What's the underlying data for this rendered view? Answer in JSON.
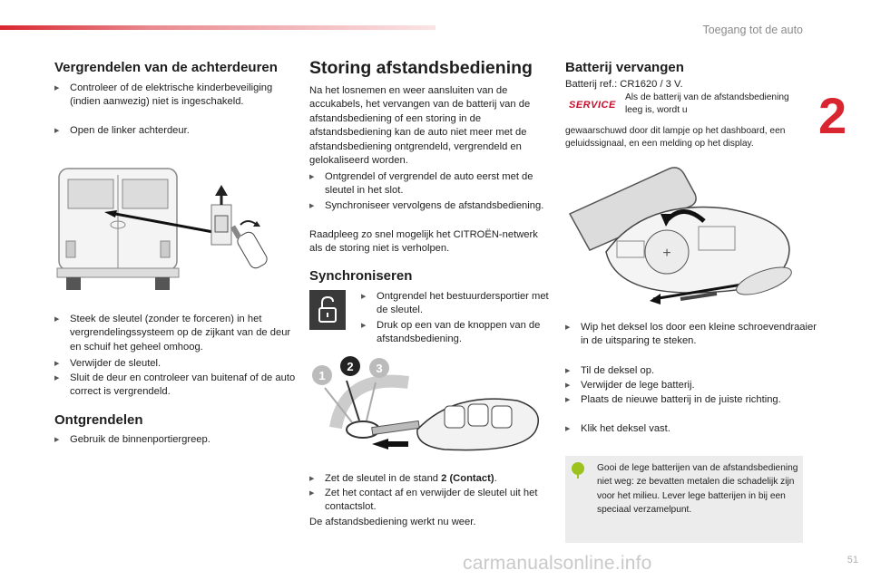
{
  "header": {
    "section": "Toegang tot de auto",
    "chapter": "2",
    "page": "51"
  },
  "watermark": "carmanualsonline.info",
  "left": {
    "title1": "Vergrendelen van de achterdeuren",
    "bullets1": [
      "Controleer of de elektrische kinderbeveiliging (indien aanwezig) niet is ingeschakeld.",
      "Open de linker achterdeur."
    ],
    "bullets2": [
      "Steek de sleutel (zonder te forceren) in het vergrendelingssysteem op de zijkant van de deur en schuif het geheel omhoog.",
      "Verwijder de sleutel.",
      "Sluit de deur en controleer van buitenaf of de auto correct is vergrendeld."
    ],
    "title2": "Ontgrendelen",
    "bullets3": [
      "Gebruik de binnenportiergreep."
    ]
  },
  "middle": {
    "title1": "Storing afstandsbediening",
    "para1": "Na het losnemen en weer aansluiten van de accukabels, het vervangen van de batterij van de afstandsbediening of een storing in de afstandsbediening kan de auto niet meer met de afstandsbediening ontgrendeld, vergrendeld en gelokaliseerd worden.",
    "bullets1": [
      "Ontgrendel of vergrendel de auto eerst met de sleutel in het slot.",
      "Synchroniseer vervolgens de afstandsbediening."
    ],
    "para2": "Raadpleeg zo snel mogelijk het CITROËN-netwerk als de storing niet is verholpen.",
    "title2": "Synchroniseren",
    "bullets2": [
      "Ontgrendel het bestuurdersportier met de sleutel.",
      "Druk op een van de knoppen van de afstandsbediening."
    ],
    "bullet3_pre": "Zet de sleutel in de stand ",
    "bullet3_bold": "2 (Contact)",
    "bullet3_post": ".",
    "bullet4": "Zet het contact af en verwijder de sleutel uit het contactslot.",
    "para3": "De afstandsbediening werkt nu weer.",
    "step_labels": [
      "1",
      "2",
      "3"
    ]
  },
  "right": {
    "title": "Batterij vervangen",
    "ref": "Batterij ref.: CR1620 / 3 V.",
    "service_label": "SERVICE",
    "service_text": "Als de batterij van de afstandsbediening leeg is, wordt u gewaarschuwd door dit lampje op het dashboard, een geluidssignaal, en een melding op het display.",
    "bullets": [
      "Wip het deksel los door een kleine schroevendraaier in de uitsparing te steken.",
      "Til de deksel op.",
      "Verwijder de lege batterij.",
      "Plaats de nieuwe batterij in de juiste richting.",
      "Klik het deksel vast."
    ],
    "info": "Gooi de lege batterijen van de afstandsbediening niet weg: ze bevatten metalen die schadelijk zijn voor het milieu. Lever lege batterijen in bij een speciaal verzamelpunt.",
    "battery_mark": "+"
  },
  "colors": {
    "accent": "#d9252f",
    "service": "#c8102e",
    "eco": "#9bc31c"
  }
}
